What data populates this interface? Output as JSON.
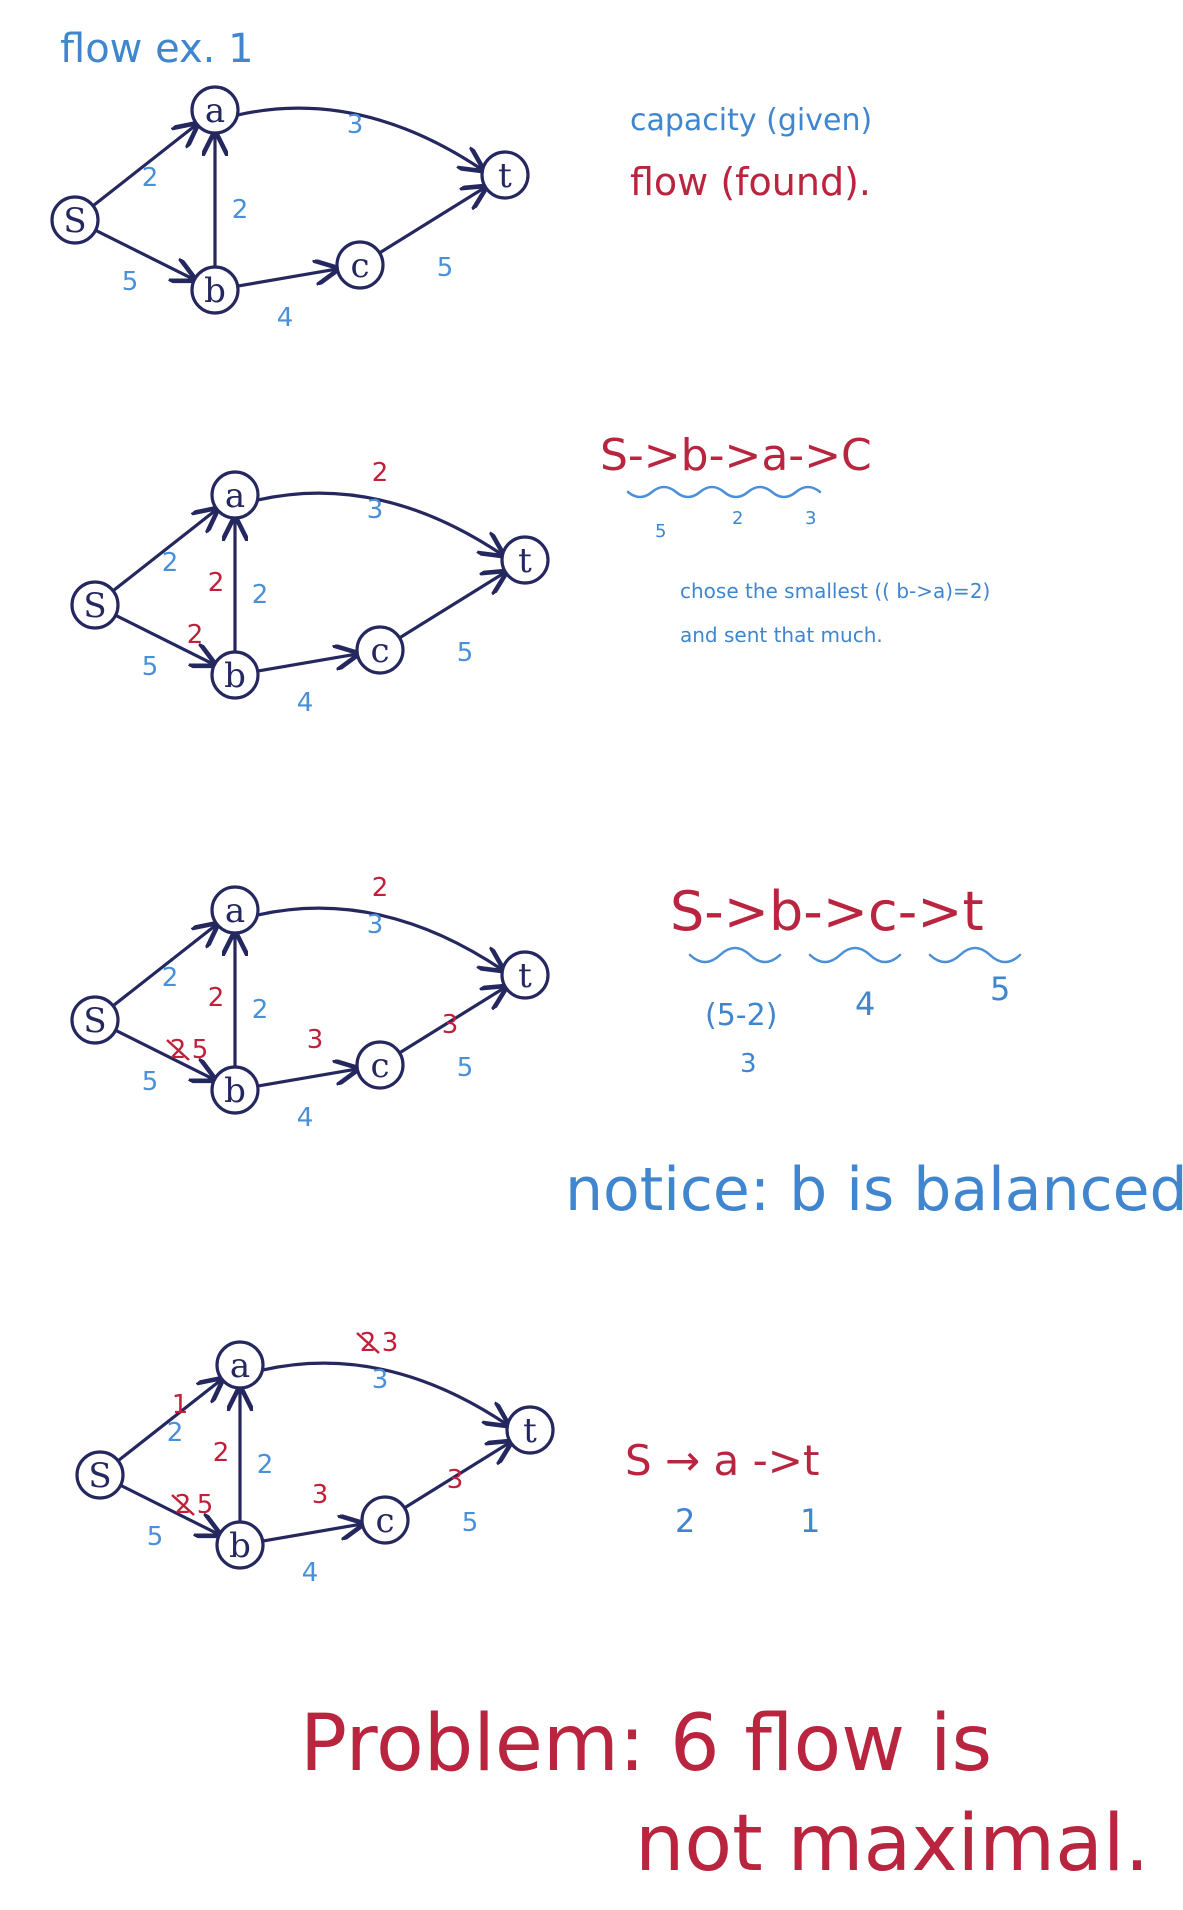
{
  "title": "flow ex. 1",
  "legend": {
    "capacity": "capacity (given)",
    "flow": "flow (found)."
  },
  "colors": {
    "ink": "#25275f",
    "capacity": "#4a90d9",
    "flow": "#c0203a"
  },
  "node_names": [
    "S",
    "a",
    "b",
    "c",
    "t"
  ],
  "capacities": {
    "s-a": "2",
    "s-b": "5",
    "b-a": "2",
    "a-t": "3",
    "b-c": "4",
    "c-t": "5"
  },
  "steps": [
    {
      "flows": {},
      "notes": []
    },
    {
      "path": "S->b->a->C",
      "path_caps": [
        "5",
        "2",
        "3"
      ],
      "explanation_line1": "chose the smallest (( b->a)=2)",
      "explanation_line2": "and sent that much.",
      "flows": {
        "s-b": "2",
        "b-a": "2",
        "a-t": "2"
      }
    },
    {
      "path": "S->b->c->t",
      "path_caps": [
        "(5-2)",
        "4",
        "5"
      ],
      "path_caps_sub": "3",
      "notice": "notice: b is balanced.",
      "flows": {
        "s-b": "5",
        "s-b-old": "2",
        "b-a": "2",
        "a-t": "2",
        "b-c": "3",
        "c-t": "3"
      }
    },
    {
      "path": "S → a ->t",
      "path_caps": [
        "2",
        "1"
      ],
      "flows": {
        "s-a": "1",
        "s-b": "5",
        "s-b-old": "2",
        "b-a": "2",
        "a-t": "3",
        "a-t-old": "2",
        "b-c": "3",
        "c-t": "3"
      }
    }
  ],
  "problem_line1": "Problem: 6 flow is",
  "problem_line2": "not maximal."
}
